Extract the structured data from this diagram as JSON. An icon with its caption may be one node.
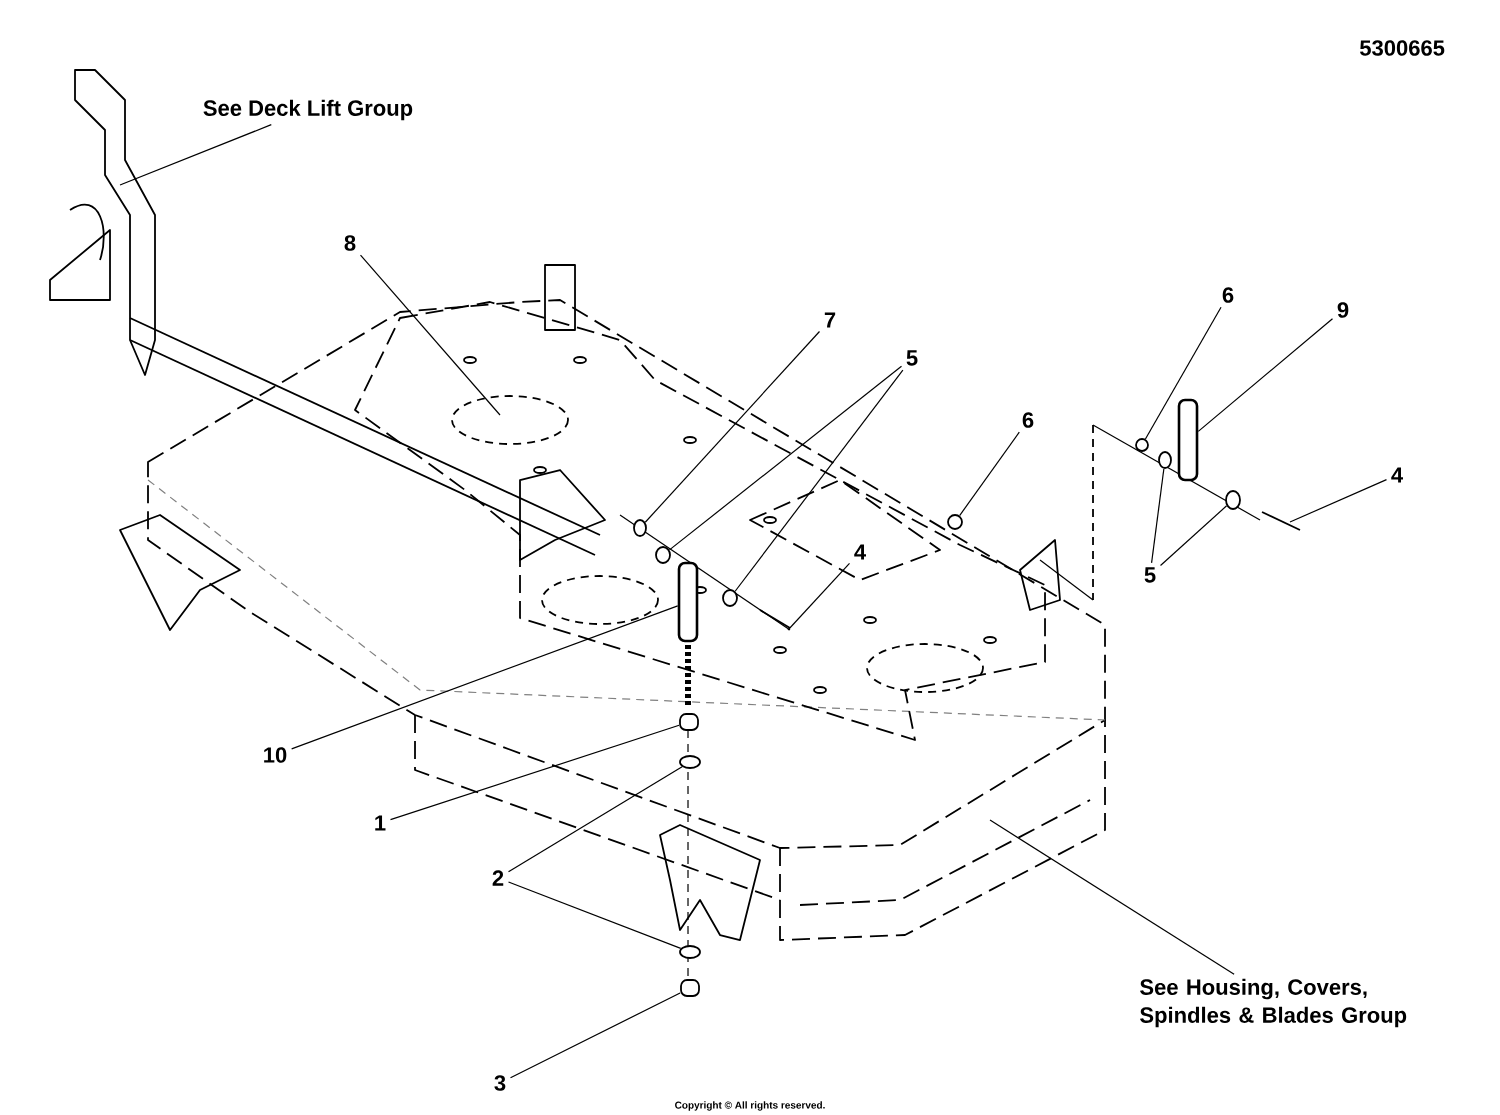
{
  "diagram": {
    "nodes": [
      {
        "text": [
          "See Deck Lift Group"
        ]
      },
      {
        "text": [
          "8"
        ]
      },
      {
        "text": [
          "7"
        ]
      },
      {
        "text": [
          "5"
        ]
      },
      {
        "text": [
          "6"
        ]
      },
      {
        "text": [
          "6"
        ]
      },
      {
        "text": [
          "9"
        ]
      },
      {
        "text": [
          "4"
        ]
      },
      {
        "text": [
          "4"
        ]
      },
      {
        "text": [
          "5"
        ]
      },
      {
        "text": [
          "10"
        ]
      },
      {
        "text": [
          "1"
        ]
      },
      {
        "text": [
          "2"
        ]
      },
      {
        "text": [
          "3"
        ]
      },
      {
        "text": [
          "See Housing, Covers, Spindles & Blades Group"
        ]
      },
      {
        "text": [],
        "shape": "circle"
      },
      {
        "text": [],
        "shape": "circle"
      },
      {
        "text": [],
        "shape": "box"
      },
      {
        "text": [],
        "shape": "box"
      },
      {
        "text": [],
        "shape": "circle"
      },
      {
        "text": [],
        "shape": "circle"
      },
      {
        "text": [],
        "shape": "box"
      },
      {
        "text": [],
        "shape": "circle"
      },
      {
        "text": [],
        "shape": "circle"
      },
      {
        "text": [],
        "shape": "circle"
      },
      {
        "text": [],
        "shape": "circle"
      },
      {
        "text": [],
        "shape": "box"
      },
      {
        "text": [],
        "shape": "circle"
      }
    ],
    "edges": [
      {
        "from": 0,
        "to": null,
        "arrow": "none"
      },
      {
        "from": 1,
        "to": null,
        "arrow": "none"
      },
      {
        "from": 2,
        "to": 15,
        "arrow": "none"
      },
      {
        "from": 3,
        "to": 16,
        "arrow": "none"
      },
      {
        "from": 3,
        "to": 22,
        "arrow": "none"
      },
      {
        "from": 4,
        "to": 23,
        "arrow": "none"
      },
      {
        "from": 5,
        "to": 24,
        "arrow": "none"
      },
      {
        "from": 6,
        "to": 26,
        "arrow": "none"
      },
      {
        "from": 7,
        "to": null,
        "arrow": "none"
      },
      {
        "from": 8,
        "to": null,
        "arrow": "none"
      },
      {
        "from": 9,
        "to": 25,
        "arrow": "none"
      },
      {
        "from": 9,
        "to": 27,
        "arrow": "none"
      },
      {
        "from": 10,
        "to": 17,
        "arrow": "none"
      },
      {
        "from": 11,
        "to": 18,
        "arrow": "none"
      },
      {
        "from": 12,
        "to": 19,
        "arrow": "none"
      },
      {
        "from": 12,
        "to": 20,
        "arrow": "none"
      },
      {
        "from": 13,
        "to": 21,
        "arrow": "none"
      },
      {
        "from": 14,
        "to": null,
        "arrow": "none"
      }
    ],
    "labels": [
      "5300665",
      "Copyright © All rights reserved."
    ]
  }
}
